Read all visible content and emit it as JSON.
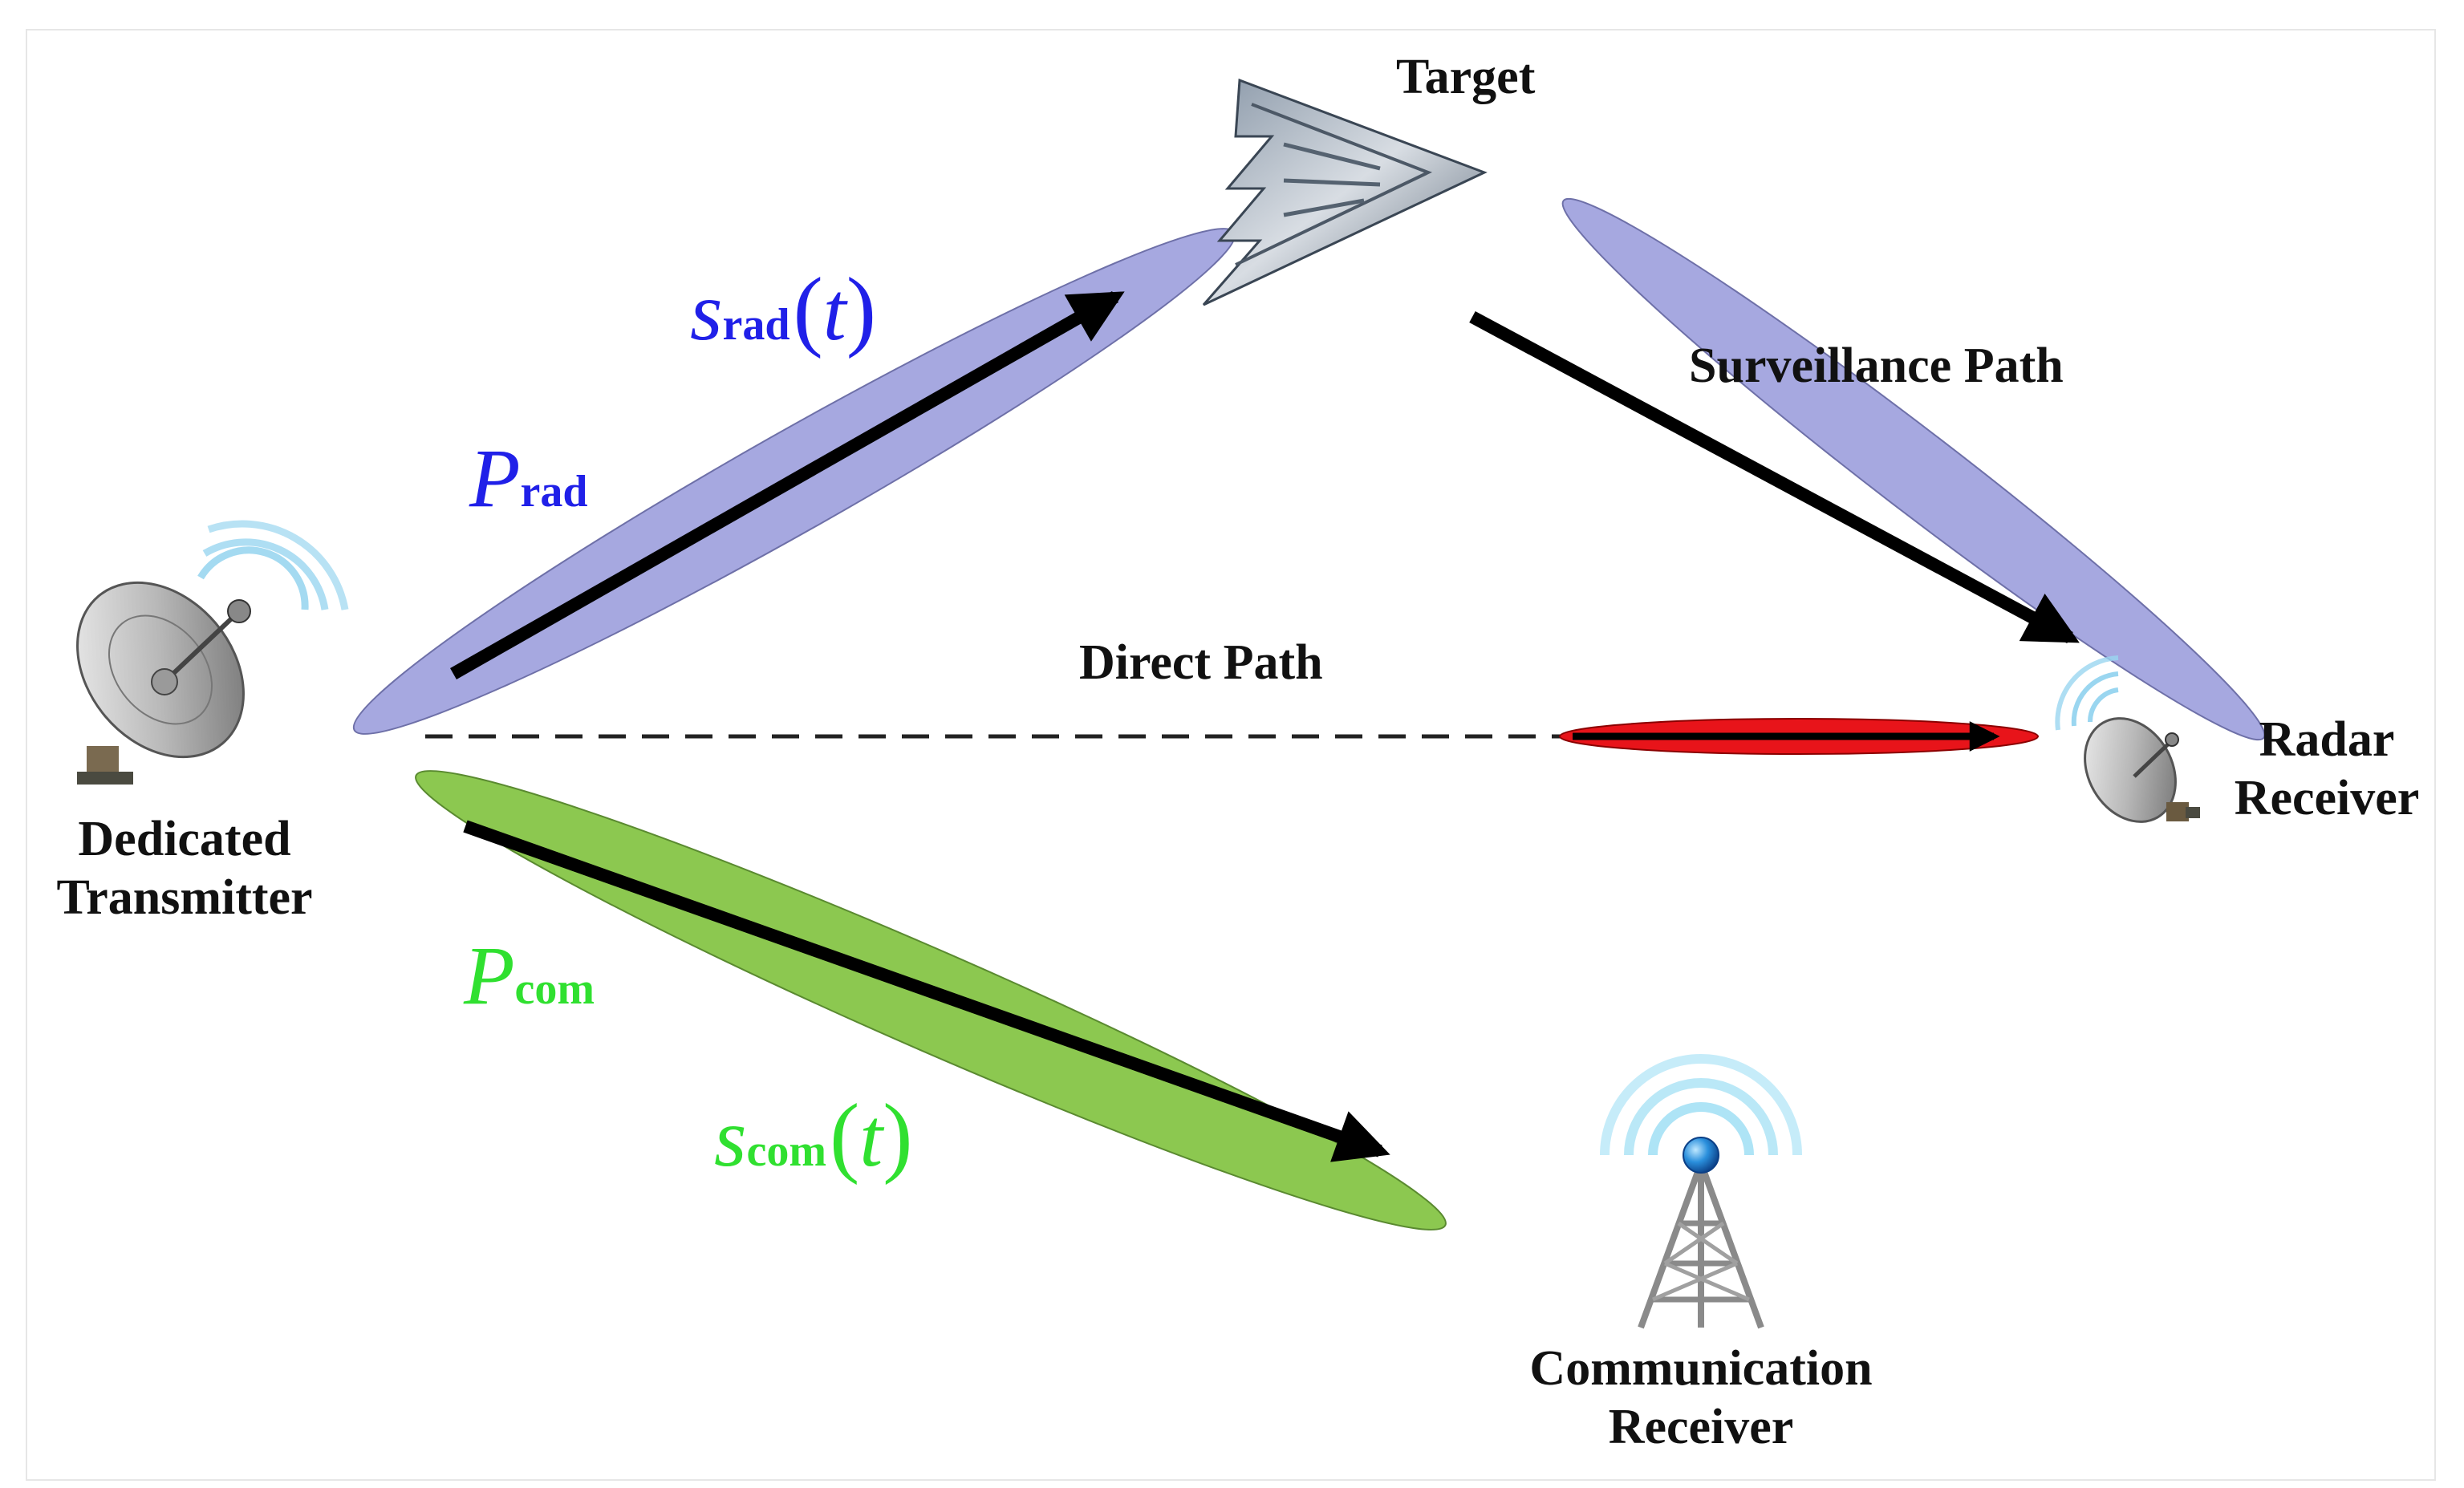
{
  "labels": {
    "target": "Target",
    "surveillance_path": "Surveillance Path",
    "direct_path": "Direct Path",
    "dedicated_transmitter_line1": "Dedicated",
    "dedicated_transmitter_line2": "Transmitter",
    "radar_receiver_line1": "Radar",
    "radar_receiver_line2": "Receiver",
    "communication_receiver_line1": "Communication",
    "communication_receiver_line2": "Receiver"
  },
  "symbols": {
    "p_rad": {
      "main": "P",
      "sub": "rad"
    },
    "s_rad": {
      "main": "s",
      "sub": "rad",
      "arg": "t"
    },
    "p_com": {
      "main": "P",
      "sub": "com"
    },
    "s_com": {
      "main": "s",
      "sub": "com",
      "arg": "t"
    }
  },
  "colors": {
    "radar_beam": "#a6a8e0",
    "direct_beam": "#e8141a",
    "comm_beam": "#8cc850",
    "radar_text": "#2020e8",
    "comm_text": "#30e030",
    "arrow": "#000000"
  }
}
